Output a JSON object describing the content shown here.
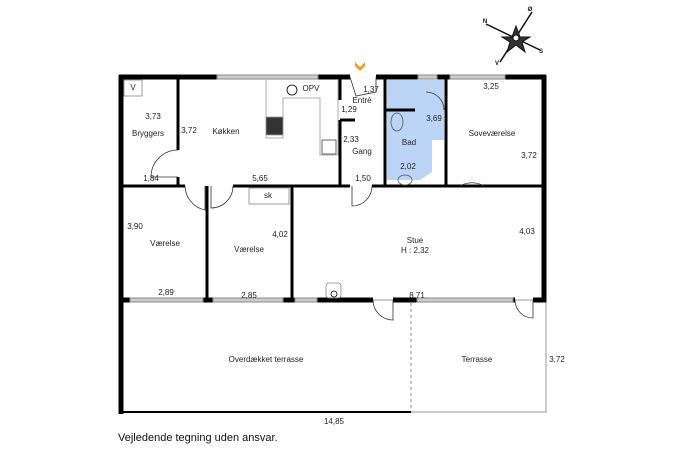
{
  "colors": {
    "wall": "#000000",
    "bathroom": "#bcd4f5",
    "window": "#b9b9b9",
    "entrance_marker": "#f0a020"
  },
  "compass": {
    "north": "N",
    "east": "Ø",
    "south": "S",
    "west": "V"
  },
  "rooms": {
    "bryggers": {
      "name": "Bryggers",
      "dim_a": "3,73",
      "dim_b": "1,84",
      "fixture": "V"
    },
    "kokken": {
      "name": "Køkken",
      "dim_a": "3,72",
      "dim_b": "5,65",
      "fixture": "OPV"
    },
    "entre": {
      "name": "Entré",
      "dim_a": "1,37",
      "dim_b": "1,29"
    },
    "gang": {
      "name": "Gang",
      "dim_a": "2,33",
      "dim_b": "1,50"
    },
    "bad": {
      "name": "Bad",
      "dim_a": "3,69",
      "dim_b": "2,02"
    },
    "sovevaerelse": {
      "name": "Soveværelse",
      "dim_a": "3,25",
      "dim_b": "3,72"
    },
    "vaerelse1": {
      "name": "Værelse",
      "dim_a": "3,90",
      "dim_b": "2,89"
    },
    "vaerelse2": {
      "name": "Værelse",
      "dim_a": "4,02",
      "dim_b": "2,85",
      "fixture": "sk"
    },
    "stue": {
      "name": "Stue",
      "height": "H : 2,32",
      "dim_a": "4,03",
      "dim_b": "8,71"
    },
    "overdaekket": {
      "name": "Overdækket terrasse"
    },
    "terrasse": {
      "name": "Terrasse",
      "dim_a": "3,72"
    }
  },
  "total_width": "14,85",
  "caption": "Vejledende tegning uden ansvar."
}
